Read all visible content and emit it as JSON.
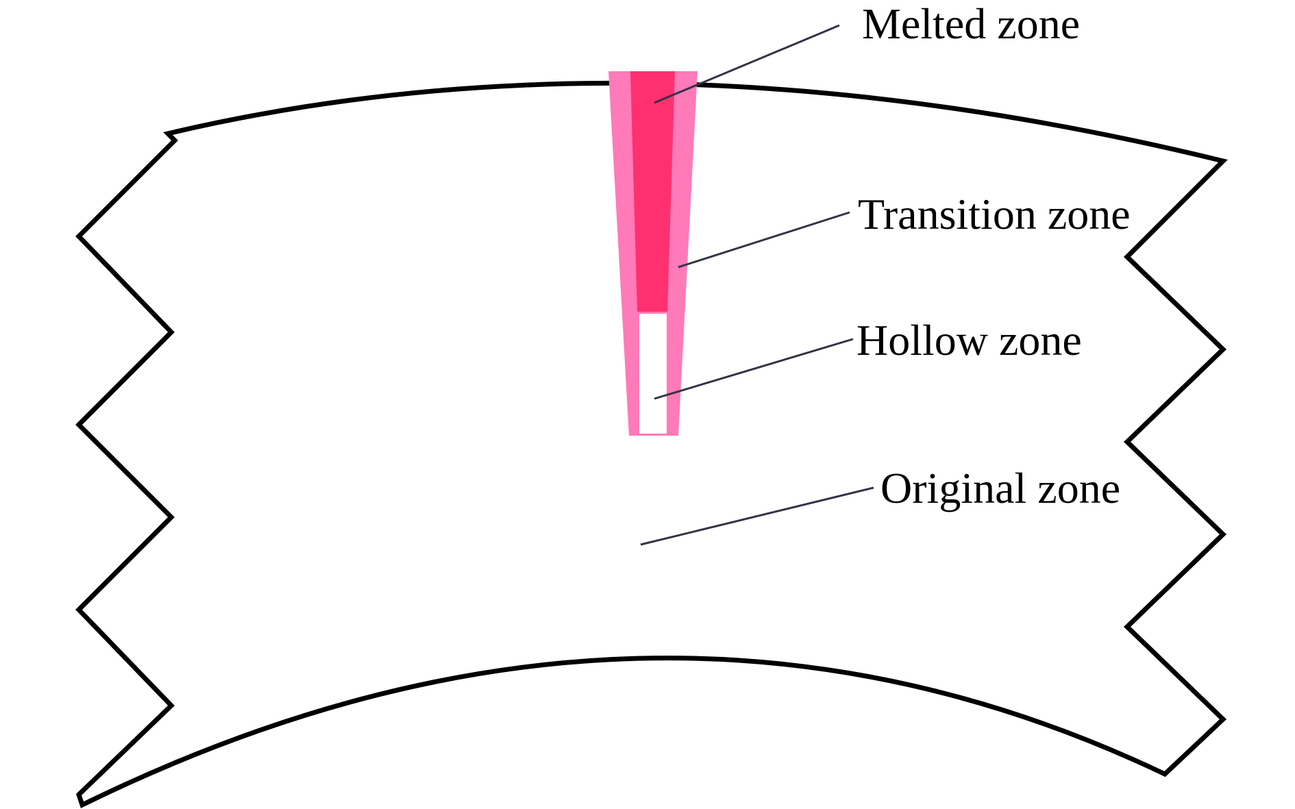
{
  "colors": {
    "outline": "#000000",
    "melted": "#ff3070",
    "transition": "#ff7ab8",
    "hollow": "#ffffff",
    "leader": "#333344"
  },
  "labels": {
    "melted": "Melted zone",
    "transition": "Transition zone",
    "hollow": "Hollow zone",
    "original": "Original zone"
  }
}
